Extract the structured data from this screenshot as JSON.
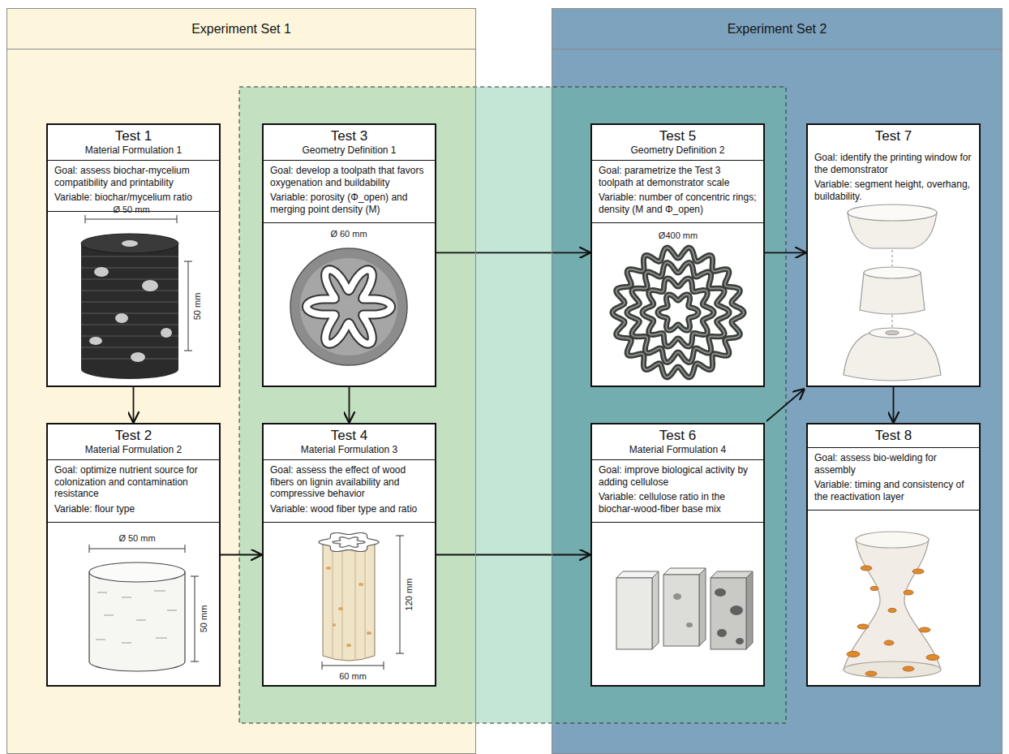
{
  "diagram": {
    "nodes": [
      {
        "text": [
          "Experiment Set 1"
        ]
      },
      {
        "text": [
          "Test 1",
          "Material Formulation 1",
          "Goal: assess biochar-mycelium compatibility and printability",
          "Variable: biochar/mycelium ratio"
        ],
        "in": 0
      },
      {
        "text": [
          "Test 2",
          "Material Formulation 2",
          "Goal: optimize nutrient source for colonization and contamination resistance",
          "Variable: flour type"
        ],
        "in": 0
      },
      {
        "text": [
          "Test 3",
          "Geometry Definition 1",
          "Goal: develop a toolpath that favors oxygenation and buildability",
          "Variable: porosity (Φ_open) and merging point density (M)"
        ],
        "in": 0
      },
      {
        "text": [
          "Test 4",
          "Material Formulation 3",
          "Goal: assess the effect of wood fibers on lignin availability and compressive behavior",
          "Variable: wood fiber type and ratio"
        ],
        "in": 0
      },
      {
        "text": [
          "Experiment Set 2"
        ]
      },
      {
        "text": [
          "Test 5",
          "Geometry Definition 2",
          "Goal: parametrize the Test 3 toolpath at demonstrator scale",
          "Variable: number of concentric rings; density (M and Φ_open)"
        ],
        "in": 5
      },
      {
        "text": [
          "Test 6",
          "Material Formulation 4",
          "Goal: improve biological activity by adding cellulose",
          "Variable: cellulose ratio in the biochar-wood-fiber base mix"
        ],
        "in": 5
      },
      {
        "text": [
          "Test 7",
          "Goal: identify the printing window for the demonstrator",
          "Variable: segment height, overhang, buildability."
        ],
        "in": 5
      },
      {
        "text": [
          "Test 8",
          "Goal: assess bio-welding for assembly",
          "Variable: timing and consistency of the reactivation layer"
        ],
        "in": 5
      }
    ],
    "edges": [
      {
        "from": 1,
        "to": 2,
        "arrow": "to"
      },
      {
        "from": 3,
        "to": 4,
        "arrow": "to"
      },
      {
        "from": 2,
        "to": 4,
        "arrow": "to"
      },
      {
        "from": 3,
        "to": 6,
        "arrow": "to"
      },
      {
        "from": 4,
        "to": 7,
        "arrow": "to"
      },
      {
        "from": 6,
        "to": 8,
        "arrow": "to"
      },
      {
        "from": 7,
        "to": 8,
        "arrow": "to"
      },
      {
        "from": 8,
        "to": 9,
        "arrow": "to"
      }
    ],
    "labels": [
      "Ø 50 mm",
      "50 mm",
      "Ø 50 mm",
      "50 mm",
      "Ø 60 mm",
      "120 mm",
      "60 mm",
      "Ø400 mm"
    ]
  }
}
